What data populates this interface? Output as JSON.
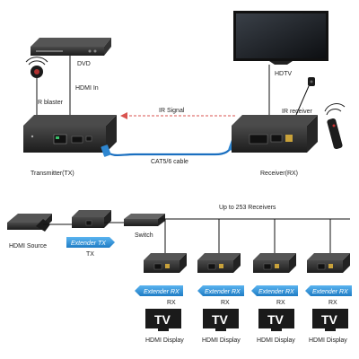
{
  "top": {
    "dvd_label": "DVD",
    "hdmi_in_label": "HDMI In",
    "ir_blaster_label": "IR blaster",
    "ir_signal_label": "IR Signal",
    "hdtv_label": "HDTV",
    "ir_receiver_label": "IR receiver",
    "cable_label": "CAT5/6 cable",
    "transmitter_label": "Transmitter(TX)",
    "receiver_label": "Receiver(RX)"
  },
  "bottom": {
    "up_to_label": "Up to 253 Receivers",
    "hdmi_source_label": "HDMI Source",
    "switch_label": "Switch",
    "tx_arrow_label": "Extender TX",
    "tx_label": "TX",
    "rx_arrow_label": "Extender RX",
    "rx_label": "RX",
    "tv_text": "TV",
    "display_label": "HDMI Display"
  },
  "colors": {
    "arrow_blue": "#2e8fd6",
    "signal_red": "#d9534f",
    "cable_blue": "#1a6fc0",
    "device_dark": "#2b2b2b"
  }
}
